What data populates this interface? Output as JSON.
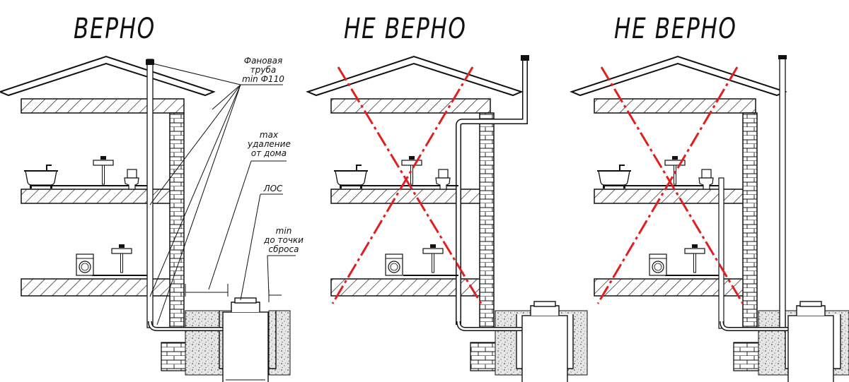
{
  "panels": [
    {
      "title": "ВЕРНО",
      "crossed": false
    },
    {
      "title": "НЕ ВЕРНО",
      "crossed": true
    },
    {
      "title": "НЕ ВЕРНО",
      "crossed": true
    }
  ],
  "labels": {
    "vent_pipe": [
      "Фановая",
      "труба",
      "min Ф110"
    ],
    "max_distance": [
      "max",
      "удаление",
      "от дома"
    ],
    "los": "ЛОС",
    "min_discharge": [
      "min",
      "до точки",
      "сброса"
    ]
  },
  "colors": {
    "cross": "#e02020",
    "line": "#111111"
  }
}
